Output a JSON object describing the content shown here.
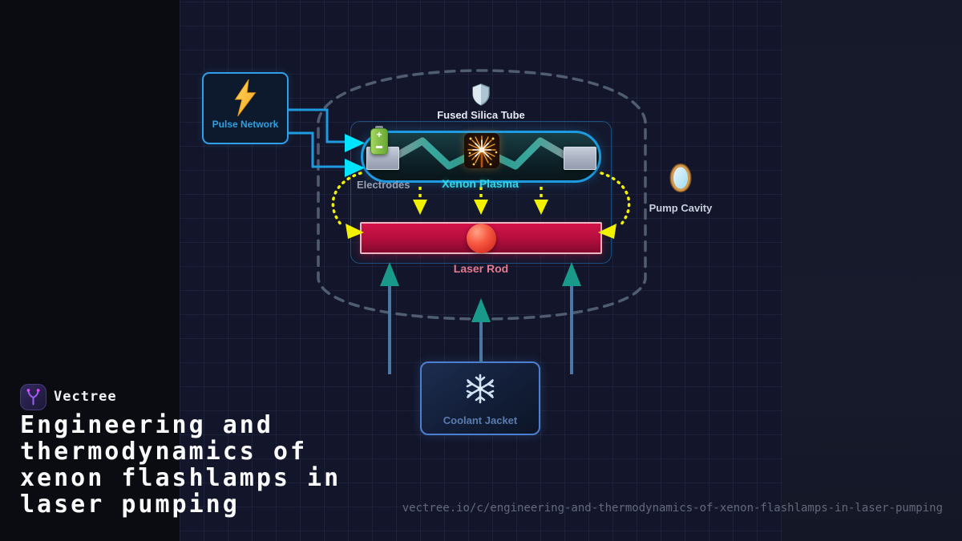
{
  "brand": {
    "name": "Vectree",
    "logo_icon": "vectree-branch-icon",
    "accent_color": "#9d5cf0"
  },
  "title": "Engineering and thermodynamics of xenon flashlamps in laser pumping",
  "footer_url": "vectree.io/c/engineering-and-thermodynamics-of-xenon-flashlamps-in-laser-pumping",
  "diagram": {
    "nodes": {
      "pulse_network": {
        "label": "Pulse Network",
        "icon": "lightning-bolt-icon"
      },
      "fused_silica_tube": {
        "label": "Fused Silica Tube",
        "icon": "shield-icon"
      },
      "electrodes": {
        "label": "Electrodes",
        "count": 2
      },
      "xenon_plasma": {
        "label": "Xenon Plasma",
        "icon": "firework-icon"
      },
      "laser_rod": {
        "label": "Laser Rod"
      },
      "coolant_jacket": {
        "label": "Coolant Jacket",
        "icon": "snowflake-icon"
      },
      "pump_cavity": {
        "label": "Pump Cavity",
        "icon": "mirror-icon"
      }
    },
    "battery_icon": {
      "plus": "+",
      "minus": "-"
    },
    "colors": {
      "wire_blue": "#1e9be0",
      "arrow_cyan": "#00e5ff",
      "arrow_yellow": "#f2f200",
      "arrow_teal": "#18998a",
      "arrow_shaft_blue": "#4a78a2",
      "cavity_dash_gray": "#5a687e",
      "rod_crimson": "#c21043",
      "plasma_cyan": "#33d6e8",
      "box_border_blue": "#2e9fe8",
      "coolant_border_blue": "#4d7fd0"
    }
  }
}
